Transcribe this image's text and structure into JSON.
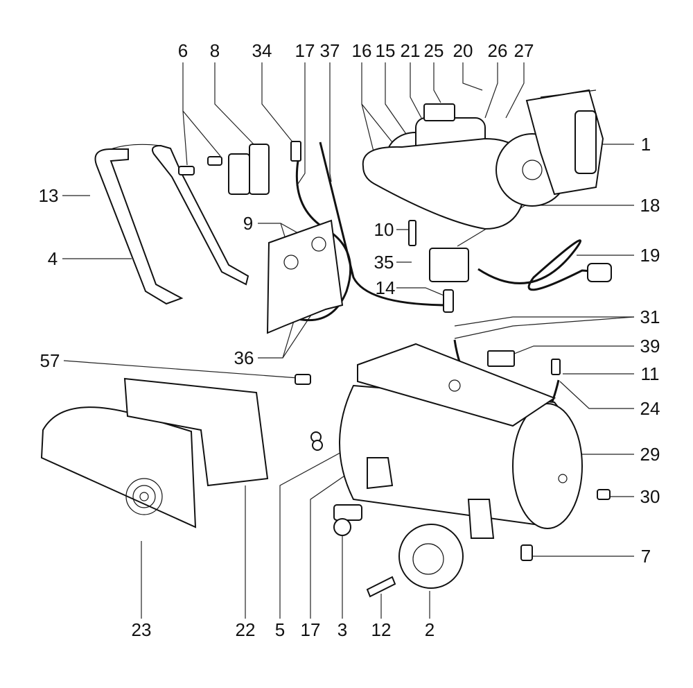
{
  "callouts": {
    "top": [
      "6",
      "8",
      "34",
      "17",
      "37",
      "16",
      "15",
      "21",
      "25",
      "20",
      "26",
      "27"
    ],
    "right": [
      "1",
      "18",
      "19",
      "31",
      "39",
      "11",
      "24",
      "29",
      "30",
      "7"
    ],
    "left": [
      "13",
      "4",
      "9",
      "10",
      "35",
      "14",
      "36",
      "57"
    ],
    "bottom": [
      "23",
      "22",
      "5",
      "17",
      "3",
      "12",
      "2"
    ]
  }
}
